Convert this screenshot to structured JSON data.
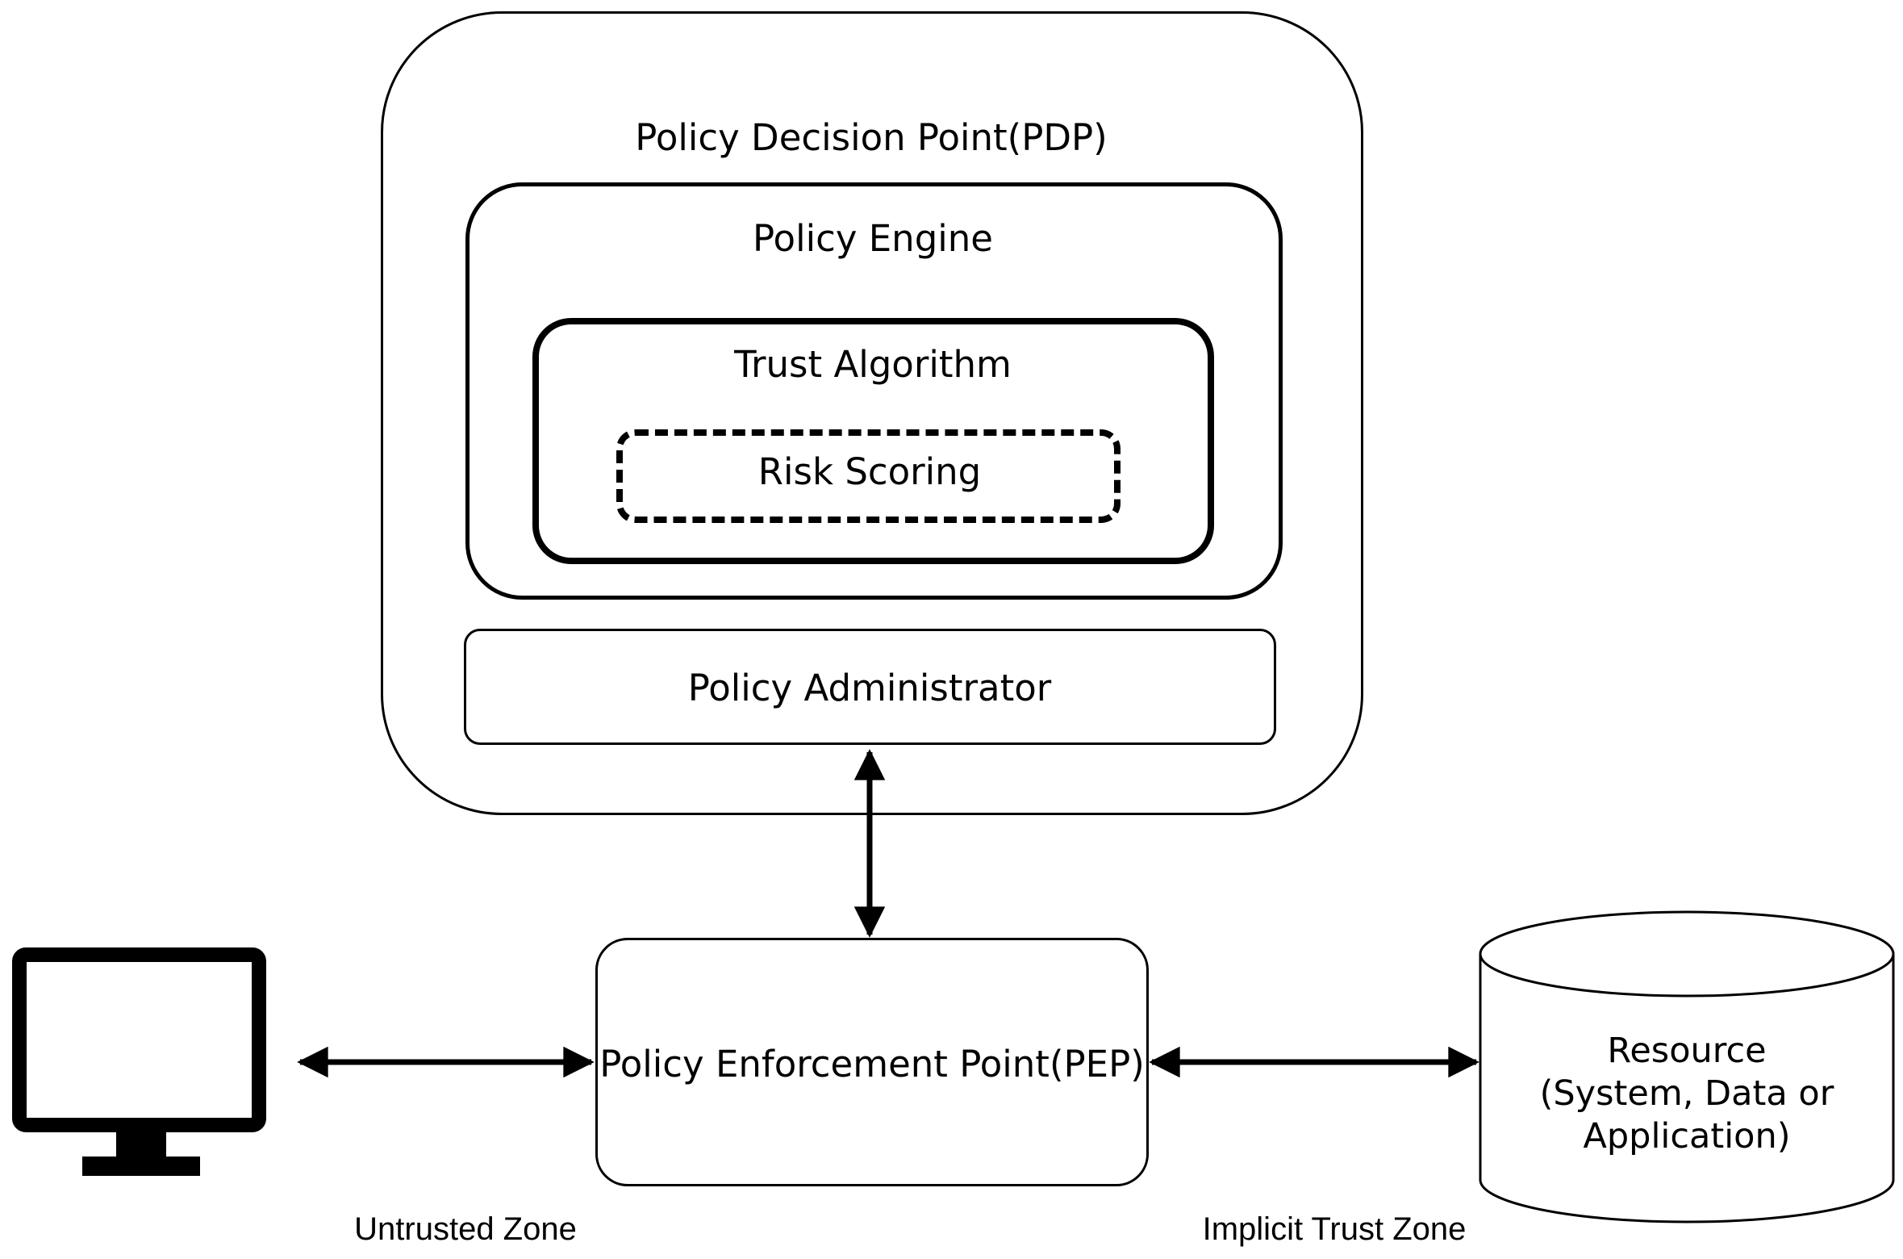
{
  "pdp": {
    "title": "Policy Decision Point(PDP)"
  },
  "policy_engine": {
    "title": "Policy Engine"
  },
  "trust_algorithm": {
    "title": "Trust Algorithm"
  },
  "risk_scoring": {
    "title": "Risk Scoring"
  },
  "policy_administrator": {
    "title": "Policy Administrator"
  },
  "pep": {
    "title": "Policy Enforcement Point(PEP)"
  },
  "resource": {
    "lines": [
      "Resource",
      "(System, Data or",
      "Application)"
    ]
  },
  "zones": {
    "untrusted": "Untrusted Zone",
    "implicit_trust": "Implicit Trust Zone"
  },
  "client": {
    "icon": "monitor-icon"
  },
  "colors": {
    "stroke": "#000000",
    "background": "#ffffff"
  }
}
